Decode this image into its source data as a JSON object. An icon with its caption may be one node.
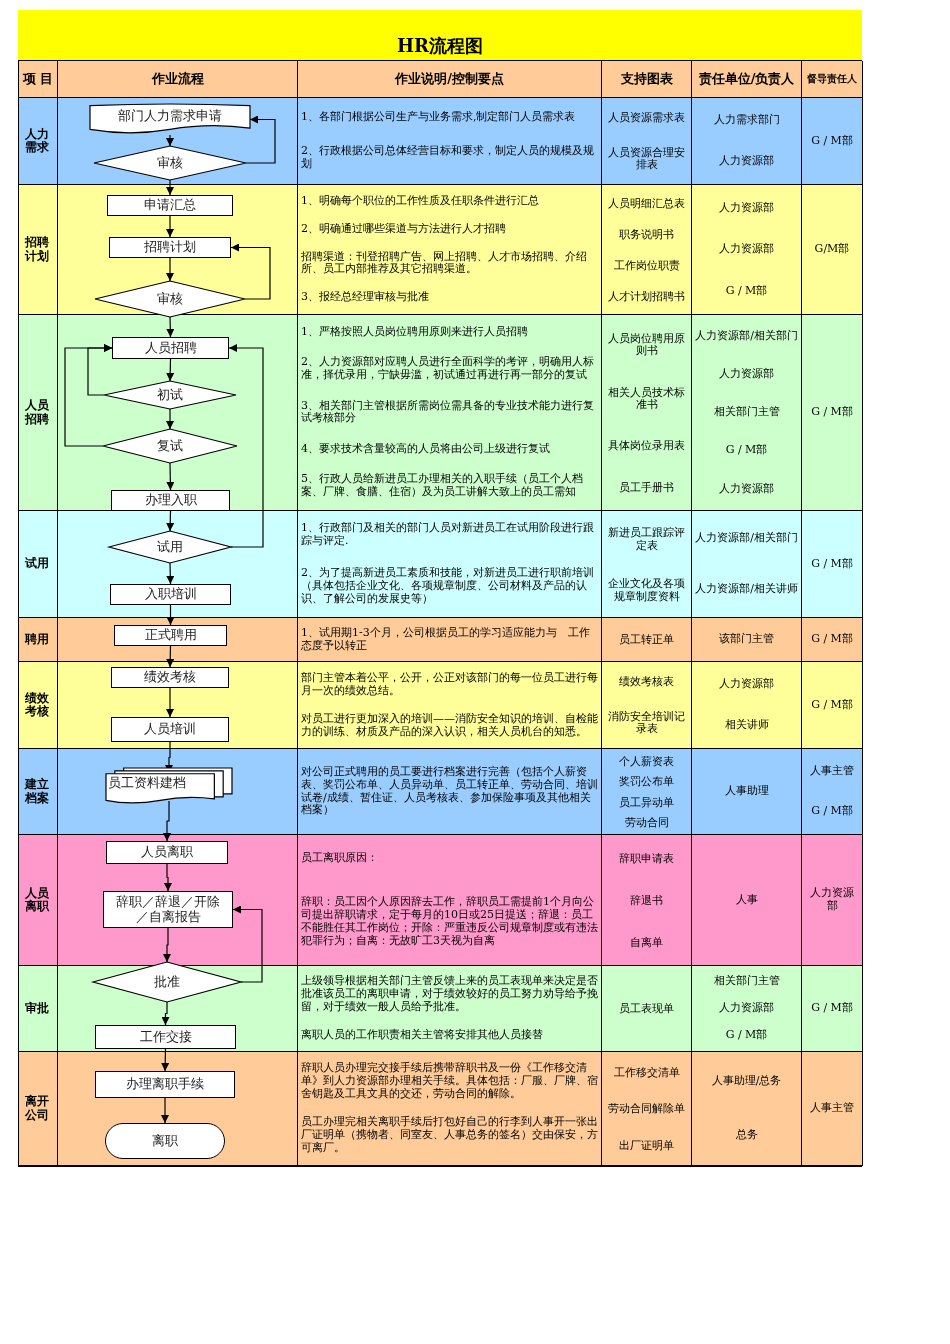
{
  "diagram": {
    "title": "HR流程图",
    "nodes": [
      {
        "text": [
          "部门人力需求申请"
        ]
      },
      {
        "text": [
          "审核"
        ]
      },
      {
        "text": [
          "申请汇总"
        ]
      },
      {
        "text": [
          "招聘计划"
        ]
      },
      {
        "text": [
          "审核"
        ]
      },
      {
        "text": [
          "人员招聘"
        ]
      },
      {
        "text": [
          "初试"
        ]
      },
      {
        "text": [
          "复试"
        ]
      },
      {
        "text": [
          "办理入职"
        ]
      },
      {
        "text": [
          "试用"
        ]
      },
      {
        "text": [
          "入职培训"
        ]
      },
      {
        "text": [
          "正式聘用"
        ]
      },
      {
        "text": [
          "绩效考核"
        ]
      },
      {
        "text": [
          "人员培训"
        ]
      },
      {
        "text": [
          "员工资料建档"
        ]
      },
      {
        "text": [
          "人员离职"
        ]
      },
      {
        "text": [
          "辞职／辞退／开除／自离报告"
        ]
      },
      {
        "text": [
          "批准"
        ]
      },
      {
        "text": [
          "工作交接"
        ]
      },
      {
        "text": [
          "办理离职手续"
        ]
      },
      {
        "text": [
          "离职"
        ]
      }
    ],
    "edges": [
      {
        "from": 0,
        "to": 1,
        "arrow": "to"
      },
      {
        "from": 1,
        "to": 0,
        "arrow": "to"
      },
      {
        "from": 1,
        "to": 2,
        "arrow": "to"
      },
      {
        "from": 2,
        "to": 3,
        "arrow": "to"
      },
      {
        "from": 3,
        "to": 4,
        "arrow": "to"
      },
      {
        "from": 4,
        "to": 3,
        "arrow": "to"
      },
      {
        "from": 4,
        "to": 5,
        "arrow": "to"
      },
      {
        "from": 5,
        "to": 6,
        "arrow": "to"
      },
      {
        "from": 6,
        "to": 5,
        "arrow": "to"
      },
      {
        "from": 6,
        "to": 7,
        "arrow": "to"
      },
      {
        "from": 7,
        "to": 5,
        "arrow": "to"
      },
      {
        "from": 7,
        "to": 8,
        "arrow": "to"
      },
      {
        "from": 8,
        "to": 9,
        "arrow": "to"
      },
      {
        "from": 9,
        "to": 5,
        "arrow": "to"
      },
      {
        "from": 9,
        "to": 10,
        "arrow": "to"
      },
      {
        "from": 10,
        "to": 11,
        "arrow": "to"
      },
      {
        "from": 11,
        "to": 12,
        "arrow": "to"
      },
      {
        "from": 12,
        "to": 13,
        "arrow": "to"
      },
      {
        "from": 13,
        "to": 14,
        "arrow": "to"
      },
      {
        "from": 14,
        "to": 15,
        "arrow": "to"
      },
      {
        "from": 15,
        "to": 16,
        "arrow": "to"
      },
      {
        "from": 16,
        "to": 17,
        "arrow": "to"
      },
      {
        "from": 17,
        "to": 16,
        "arrow": "to"
      },
      {
        "from": 17,
        "to": 18,
        "arrow": "to"
      },
      {
        "from": 18,
        "to": 19,
        "arrow": "to"
      },
      {
        "from": 19,
        "to": 20,
        "arrow": "to"
      }
    ],
    "labels": [
      "项 目",
      "作业流程",
      "作业说明/控制要点",
      "支持图表",
      "责任单位/负责人",
      "督导责任人",
      "人力需求",
      "1、各部门根据公司生产与业务需求,制定部门人员需求表",
      "2、行政根据公司总体经营目标和要求，制定人员的规模及规划",
      "人员资源需求表",
      "人员资源合理安排表",
      "人力需求部门",
      "人力资源部",
      "G / M部",
      "招聘计划",
      "1、明确每个职位的工作性质及任职条件进行汇总",
      "2、明确通过哪些渠道与方法进行人才招聘",
      "招聘渠道：刊登招聘广告、网上招聘、人才市场招聘、介绍所、员工内部推荐及其它招聘渠道。",
      "3、报经总经理审核与批准",
      "人员明细汇总表",
      "职务说明书",
      "工作岗位职责",
      "人才计划招聘书",
      "人力资源部",
      "人力资源部",
      "G / M部",
      "G/M部",
      "人员招聘",
      "1、严格按照人员岗位聘用原则来进行人员招聘",
      "2、人力资源部对应聘人员进行全面科学的考评，明确用人标准，择优录用，宁缺毋滥，初试通过再进行再一部分的复试",
      "3、相关部门主管根据所需岗位需具备的专业技术能力进行复试考核部分",
      "4、要求技术含量较高的人员将由公司上级进行复试",
      "5、行政人员给新进员工办理相关的入职手续（员工个人档案、厂牌、食膳、住宿）及为员工讲解大致上的员工需知",
      "人员岗位聘用原则书",
      "相关人员技术标准书",
      "具体岗位录用表",
      "员工手册书",
      "人力资源部/相关部门",
      "人力资源部",
      "相关部门主管",
      "G / M部",
      "人力资源部",
      "G / M部",
      "试用",
      "1、行政部门及相关的部门人员对新进员工在试用阶段进行跟踪与评定.",
      "2、为了提高新进员工素质和技能，对新进员工进行职前培训（具体包括企业文化、各项规章制度、公司材料及产品的认识、了解公司的发展史等）",
      "新进员工跟踪评定表",
      "企业文化及各项规章制度资料",
      "人力资源部/相关部门",
      "人力资源部/相关讲师",
      "G / M部",
      "聘用",
      "1、试用期1-3个月，公司根据员工的学习适应能力与　工作态度予以转正",
      "员工转正单",
      "该部门主管",
      "G / M部",
      "绩效考核",
      "部门主管本着公平，公开，公正对该部门的每一位员工进行每月一次的绩效总结。",
      "对员工进行更加深入的培训——消防安全知识的培训、自检能力的训练、材质及产品的深入认识，相关人员机台的知悉。",
      "绩效考核表",
      "消防安全培训记录表",
      "人力资源部",
      "相关讲师",
      "G / M部",
      "建立档案",
      "对公司正式聘用的员工要进行档案进行完善（包括个人薪资表、奖罚公布单、人员异动单、员工转正单、劳动合同、培训试卷/成绩、暂住证、人员考核表、参加保险事项及其他相关档案）",
      "个人薪资表",
      "奖罚公布单",
      "员工异动单",
      "劳动合同",
      "人事助理",
      "人事主管",
      "G / M部",
      "人员离职",
      "员工离职原因：",
      "辞职：员工因个人原因辞去工作，辞职员工需提前1个月向公司提出辞职请求，定于每月的10日或25日提送；辞退：员工不能胜任其工作岗位；开除：严重违反公司规章制度或有违法犯罪行为；自离：无故旷工3天视为自离",
      "辞职申请表",
      "辞退书",
      "自离单",
      "人事",
      "人力资源部",
      "审批",
      "上级领导根据相关部门主管反馈上来的员工表现单来决定是否批准该员工的离职申请，对于绩效较好的员工努力劝导给予挽留，对于绩效一般人员给予批准。",
      "离职人员的工作职责相关主管将安排其他人员接替",
      "员工表现单",
      "相关部门主管",
      "人力资源部",
      "G / M部",
      "G / M部",
      "离开公司",
      "辞职人员办理完交接手续后携带辞职书及一份《工作移交清单》到人力资源部办理相关手续。具体包括：厂服、厂牌、宿舍钥匙及工具文具的交还，劳动合同的解除。",
      "员工办理完相关离职手续后打包好自己的行李到人事开一张出厂证明单（携物者、同室友、人事总务的签名）交由保安，方可离厂。",
      "工作移交清单",
      "劳动合同解除单",
      "出厂证明单",
      "人事助理/总务",
      "总务",
      "人事主管"
    ]
  }
}
